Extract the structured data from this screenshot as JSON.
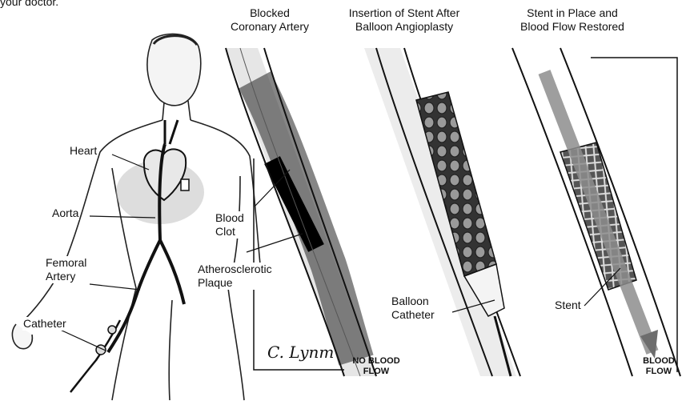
{
  "intro_fragment": "your doctor.",
  "panels": {
    "blocked": {
      "title_line1": "Blocked",
      "title_line2": "Coronary Artery"
    },
    "insertion": {
      "title_line1": "Insertion of Stent After",
      "title_line2": "Balloon Angioplasty"
    },
    "restored": {
      "title_line1": "Stent in Place and",
      "title_line2": "Blood Flow Restored"
    }
  },
  "body_labels": {
    "heart": "Heart",
    "aorta": "Aorta",
    "femoral_line1": "Femoral",
    "femoral_line2": "Artery",
    "catheter": "Catheter"
  },
  "artery_labels": {
    "blood_clot_line1": "Blood",
    "blood_clot_line2": "Clot",
    "plaque_line1": "Atherosclerotic",
    "plaque_line2": "Plaque",
    "balloon_line1": "Balloon",
    "balloon_line2": "Catheter",
    "stent": "Stent"
  },
  "flow_labels": {
    "no_flow_line1": "NO BLOOD",
    "no_flow_line2": "FLOW",
    "flow_line1": "BLOOD",
    "flow_line2": "FLOW"
  },
  "signature": "C. Lynm"
}
